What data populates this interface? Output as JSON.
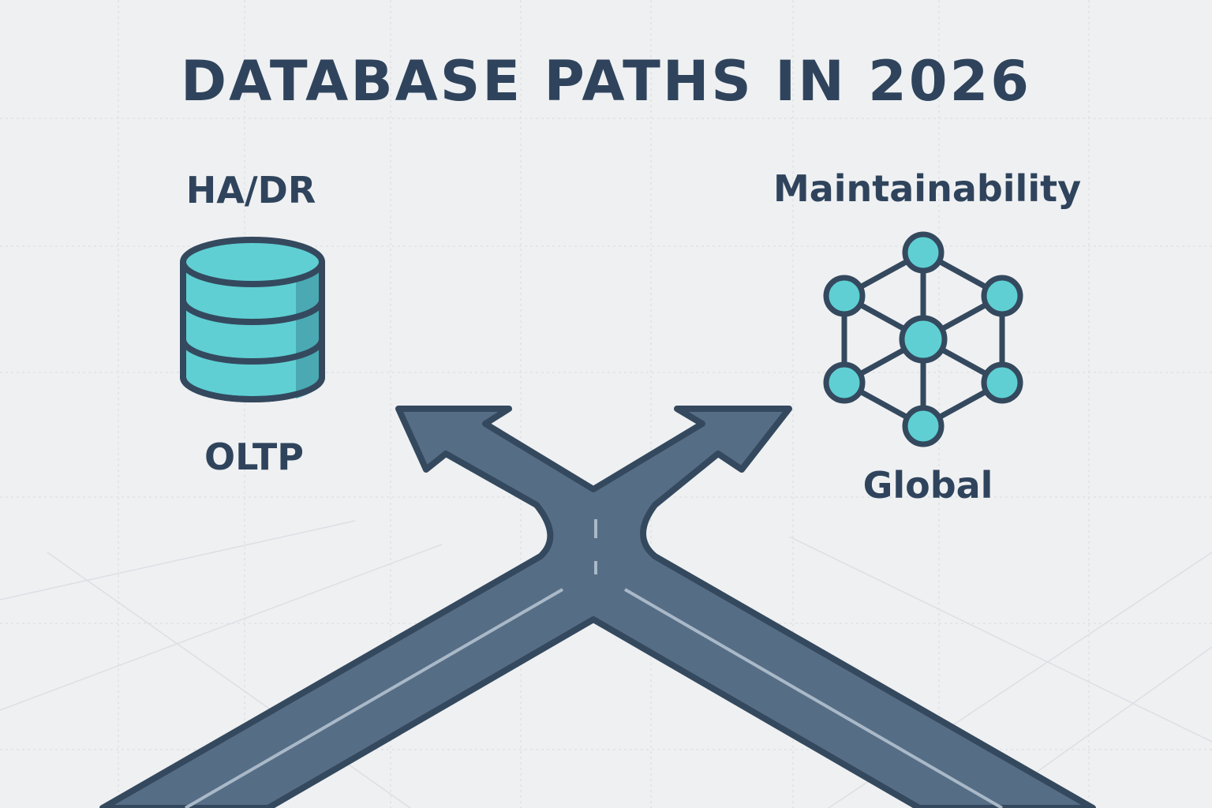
{
  "title": "DATABASE PATHS IN 2026",
  "left": {
    "top_label": "HA/DR",
    "bottom_label": "OLTP",
    "icon": "database-cylinder-icon"
  },
  "right": {
    "top_label": "Maintainability",
    "bottom_label": "Global",
    "icon": "network-graph-icon"
  },
  "center": {
    "icon": "forked-road-arrows"
  },
  "colors": {
    "text": "#2f445c",
    "accent": "#5fcfd3",
    "road": "#566d86",
    "outline": "#34495e",
    "background": "#eff0f2"
  }
}
